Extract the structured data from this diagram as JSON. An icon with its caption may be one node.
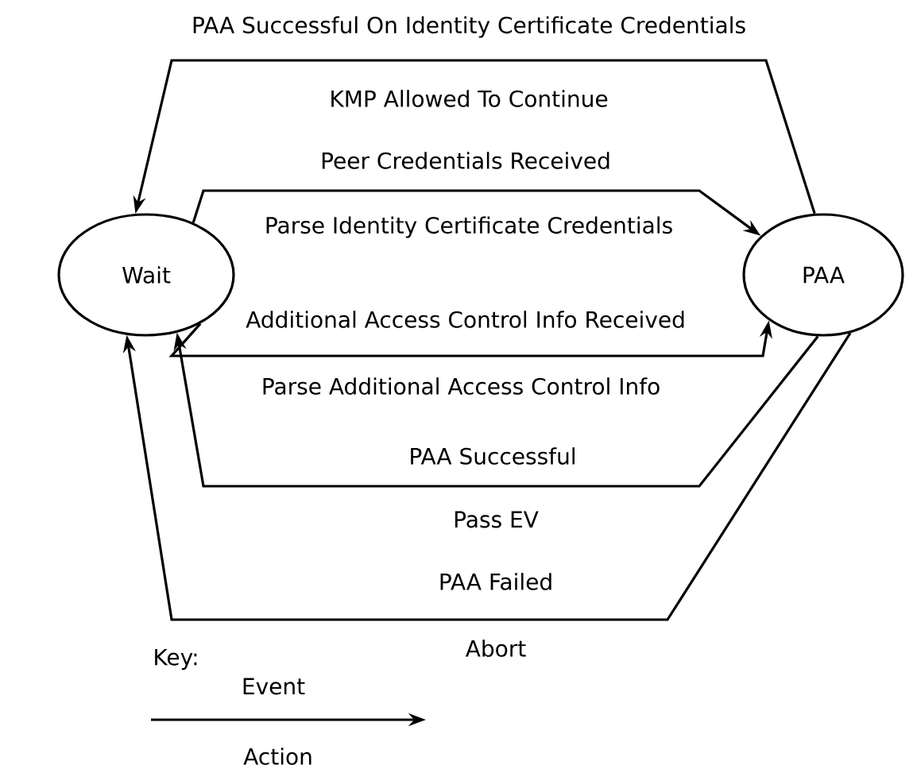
{
  "diagram": {
    "nodes": [
      {
        "text": [
          "Wait"
        ]
      },
      {
        "text": [
          "PAA"
        ]
      }
    ],
    "edges": [
      {
        "from": 1,
        "to": 0,
        "arrow": "to",
        "label": "PAA Successful On Identity Certificate Credentials"
      },
      {
        "from": 0,
        "to": 1,
        "arrow": "to",
        "label": "Peer Credentials Received"
      },
      {
        "from": 0,
        "to": 1,
        "arrow": "to",
        "label": "Additional Access Control Info Received"
      },
      {
        "from": 1,
        "to": 0,
        "arrow": "to",
        "label": "PAA Successful"
      },
      {
        "from": 1,
        "to": 0,
        "arrow": "to",
        "label": "PAA Failed"
      }
    ],
    "labels": [
      "KMP Allowed To Continue",
      "Parse Identity Certificate Credentials",
      "Parse Additional Access Control Info",
      "Pass EV",
      "Abort",
      "Key:"
    ],
    "legend": [
      {
        "text": "Event"
      },
      {
        "text": "Action"
      }
    ]
  }
}
